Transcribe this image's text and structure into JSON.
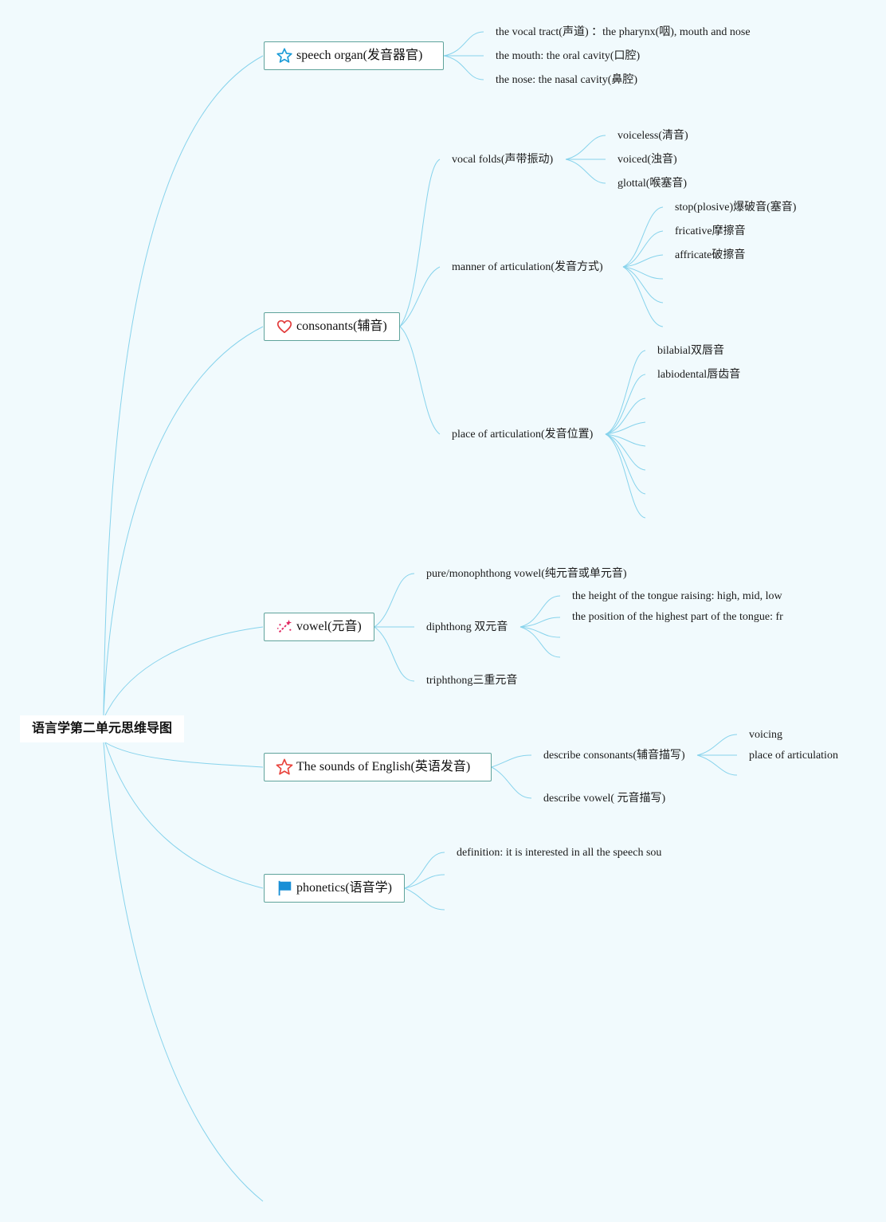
{
  "root": {
    "label": "语言学第二单元思维导图"
  },
  "branches": {
    "speech": {
      "label": "speech organ(发音器官)",
      "icon": "star-outline-icon",
      "children": [
        "the vocal tract(声道) ：the pharynx(咽), mouth and nose",
        "the mouth: the oral cavity(口腔)",
        "the nose: the nasal cavity(鼻腔)"
      ]
    },
    "consonants": {
      "label": "consonants(辅音)",
      "icon": "heart-icon",
      "vocal_folds": {
        "label": "vocal folds(声带振动)",
        "children": [
          "voiceless(清音)",
          "voiced(浊音)",
          "glottal(喉塞音)"
        ]
      },
      "manner": {
        "label": "manner of articulation(发音方式)",
        "children": [
          "stop(plosive)爆破音(塞音)",
          "fricative摩擦音",
          "affricate破擦音"
        ]
      },
      "place": {
        "label": "place of articulation(发音位置)",
        "children": [
          "bilabial双唇音",
          "labiodental唇齿音"
        ]
      }
    },
    "vowel": {
      "label": "vowel(元音)",
      "icon": "magic-wand-icon",
      "pure": "pure/monophthong vowel(纯元音或单元音)",
      "diphthong": {
        "label": "diphthong 双元音",
        "children": [
          "the height of the tongue raising: high, mid, low",
          "the position of the highest part of the tongue: fr"
        ]
      },
      "triphthong": "triphthong三重元音"
    },
    "sounds": {
      "label": "The sounds of English(英语发音)",
      "icon": "star-outline-red-icon",
      "describe_consonants": {
        "label": "describe consonants(辅音描写)",
        "children": [
          "voicing",
          "place of articulation"
        ]
      },
      "describe_vowel": "describe vowel( 元音描写)"
    },
    "phonetics": {
      "label": "phonetics(语音学)",
      "icon": "flag-icon",
      "definition": "definition: it is interested in all the speech sou"
    }
  },
  "colors": {
    "background": "#f1fafd",
    "line": "#87d3ec",
    "border": "#5fa39b",
    "star_blue": "#1a9bd7",
    "heart_red": "#e23b3b",
    "wand_pink": "#e0245e",
    "star_red": "#e8423b",
    "flag_blue": "#1a8fd6"
  }
}
